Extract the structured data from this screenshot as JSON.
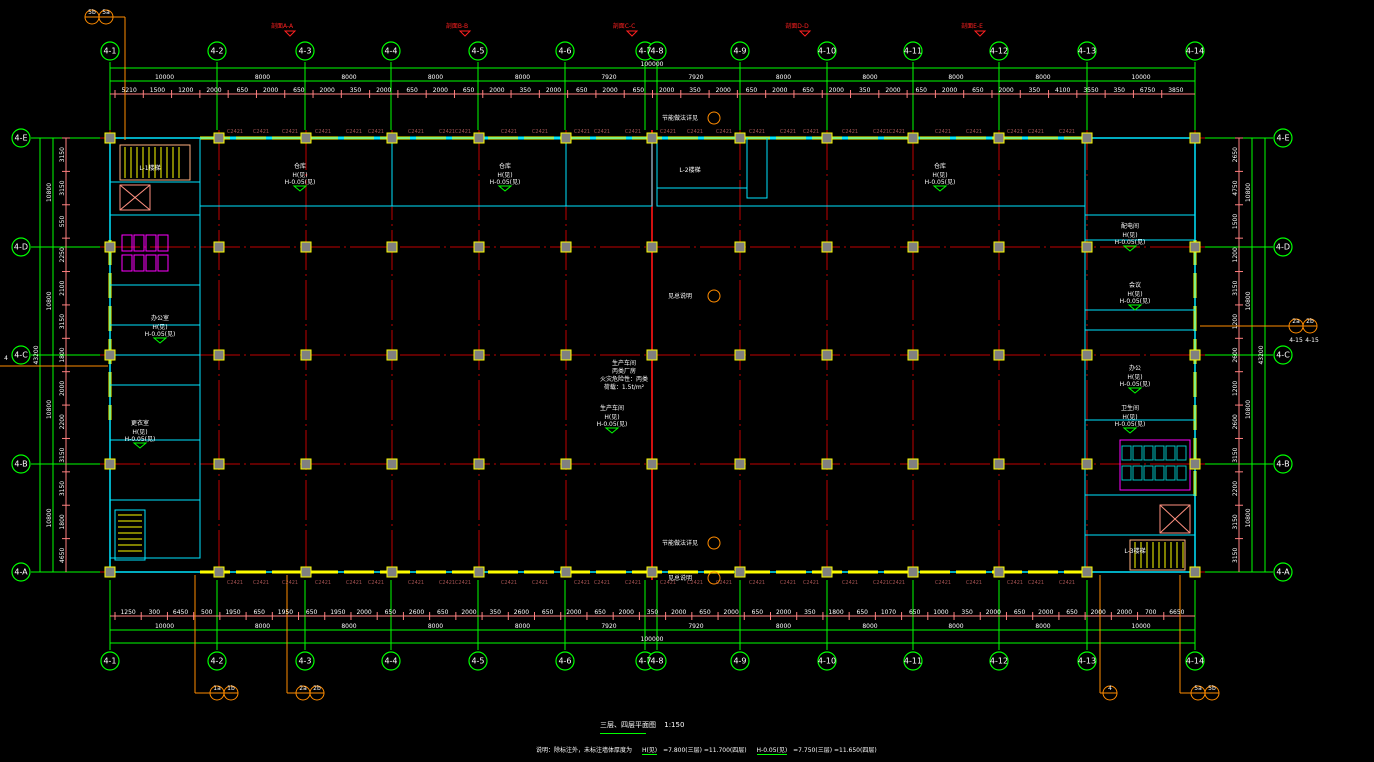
{
  "drawing": {
    "title": "三层、四层平面图",
    "scale": "1:150",
    "note": "说明：除标注外，未标注墙体厚度为",
    "note_legend": [
      "H(见)",
      "=7.800(三层)",
      "=11.700(四层)",
      "H-0.05(见)",
      "=7.750(三层)",
      "=11.650(四层)"
    ],
    "colors": {
      "background": "#000000",
      "axis": "#00ff00",
      "dimension": "#ff8080",
      "wall": "#00e5ff",
      "window": "#ffff00",
      "grid": "#c00000",
      "callout": "#ff8c00",
      "section": "#ff2020"
    }
  },
  "axes": {
    "columns": [
      "4-1",
      "4-2",
      "4-3",
      "4-4",
      "4-5",
      "4-6",
      "4-7",
      "4-8",
      "4-9",
      "4-10",
      "4-11",
      "4-12",
      "4-13",
      "4-14"
    ],
    "rows": [
      "4-E",
      "4-D",
      "4-C",
      "4-B",
      "4-A"
    ]
  },
  "dimensions": {
    "overall_horizontal": "100000",
    "bays_horizontal": [
      "10000",
      "8000",
      "8000",
      "8000",
      "8000",
      "7920",
      "7920",
      "8000",
      "8000",
      "8000",
      "8000",
      "10000"
    ],
    "detail_top": [
      "5210",
      "1500",
      "1200",
      "2000",
      "650",
      "2000",
      "650",
      "2000",
      "350",
      "2000",
      "650",
      "2000",
      "650",
      "2000",
      "350",
      "2000",
      "650",
      "2000",
      "650",
      "2000",
      "350",
      "2000",
      "650",
      "2000",
      "650",
      "2000",
      "350",
      "2000",
      "650",
      "2000",
      "650",
      "2000",
      "350",
      "4100",
      "3550",
      "350",
      "6750",
      "3850"
    ],
    "detail_bottom": [
      "1250",
      "300",
      "6450",
      "500",
      "1950",
      "650",
      "1950",
      "650",
      "1950",
      "2000",
      "650",
      "2600",
      "650",
      "2000",
      "350",
      "2600",
      "650",
      "2000",
      "650",
      "2000",
      "350",
      "2000",
      "650",
      "2000",
      "650",
      "2000",
      "350",
      "1800",
      "650",
      "1070",
      "650",
      "1000",
      "350",
      "2000",
      "650",
      "2000",
      "650",
      "2000",
      "2000",
      "700",
      "6650"
    ],
    "overall_vertical": "43200",
    "bays_vertical": [
      "10800",
      "10800",
      "10800",
      "10800"
    ],
    "detail_left": [
      "3150",
      "3150",
      "550",
      "2250",
      "2100",
      "3150",
      "1800",
      "2000",
      "2200",
      "3150",
      "3150",
      "1800",
      "4650"
    ],
    "detail_right": [
      "2650",
      "4750",
      "1500",
      "1200",
      "3150",
      "1200",
      "2600",
      "1200",
      "2600",
      "3150",
      "2200",
      "3150",
      "3150"
    ]
  },
  "section_marks": [
    "剖面A-A",
    "剖面B-B",
    "剖面C-C",
    "剖面D-D",
    "剖面E-E"
  ],
  "callouts": {
    "top_left": [
      "5b",
      "5a"
    ],
    "bottom": [
      [
        "1a",
        "1b"
      ],
      [
        "2a",
        "2b"
      ],
      [
        "4"
      ],
      [
        "5a",
        "5b"
      ]
    ],
    "right": [
      "2a",
      "2b"
    ],
    "right_sub": [
      "4-15",
      "4-15"
    ],
    "left": "4"
  },
  "rooms": [
    {
      "name": "仓库",
      "level": "H(见)",
      "elev": "H-0.05(见)"
    },
    {
      "name": "仓库",
      "level": "H(见)",
      "elev": "H-0.05(见)"
    },
    {
      "name": "仓库",
      "level": "H(见)",
      "elev": "H-0.05(见)"
    },
    {
      "name": "生产车间",
      "level": "H(见)",
      "elev": "H-0.05(见)"
    },
    {
      "name": "办公室",
      "level": "H(见)",
      "elev": "H-0.05(见)"
    },
    {
      "name": "会议",
      "level": "H(见)",
      "elev": "H-0.05(见)"
    },
    {
      "name": "办公",
      "level": "H(见)",
      "elev": "H-0.05(见)"
    },
    {
      "name": "卫生间",
      "level": "H(见)",
      "elev": "H-0.05(见)"
    },
    {
      "name": "更衣室",
      "level": "H(见)",
      "elev": "H-0.05(见)"
    },
    {
      "name": "配电间",
      "level": "H(见)",
      "elev": "H-0.05(见)"
    }
  ],
  "workshop_note": [
    "生产车间",
    "丙类厂房",
    "火灾危险性：丙类",
    "荷载：1.5t/m²"
  ],
  "stair_labels": [
    "L-1楼梯",
    "L-2楼梯",
    "L-3楼梯"
  ],
  "detail_refs": [
    "节能做法详见",
    "见总说明",
    "节能做法详见",
    "见总说明"
  ],
  "window_tag": "C2421"
}
